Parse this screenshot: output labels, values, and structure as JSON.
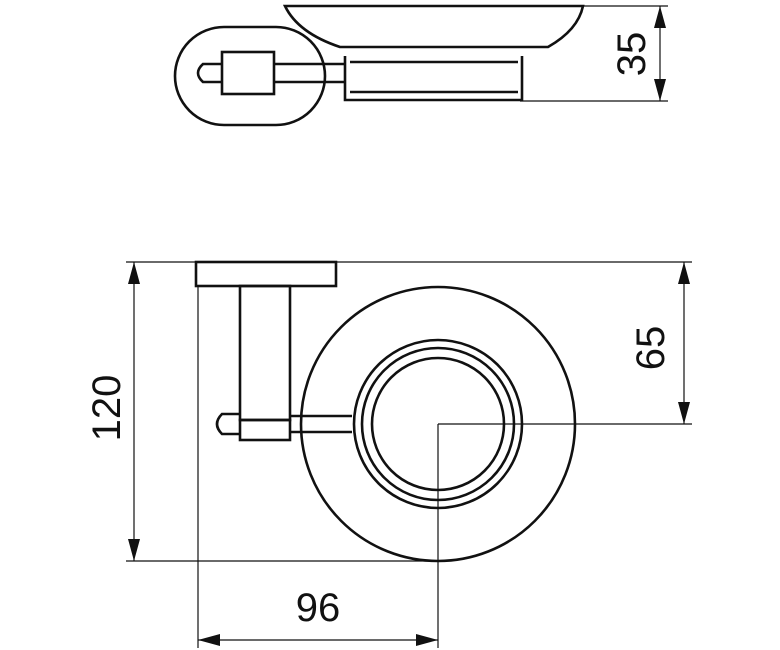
{
  "dimensions": {
    "dish_height": "35",
    "overall_height": "120",
    "center_offset": "65",
    "projection": "96"
  }
}
